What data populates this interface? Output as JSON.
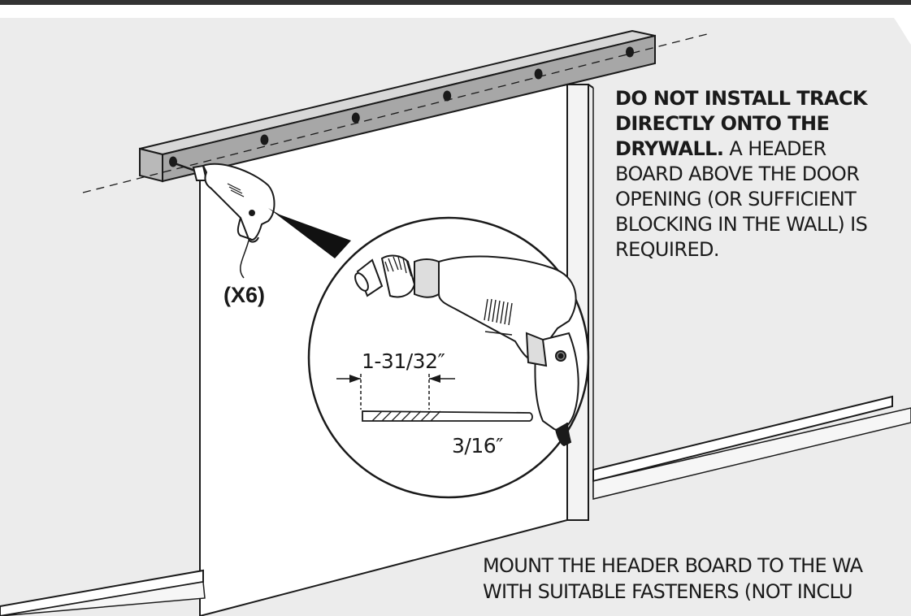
{
  "colors": {
    "stroke": "#1a1a1a",
    "wall": "#ececec",
    "door_opening": "#ffffff",
    "board": "#a7a7a7",
    "board_top": "#d7d7d7"
  },
  "icons": [
    "drill-icon",
    "drill-bit-icon",
    "dimension-arrow-icon"
  ],
  "warning": {
    "bold": "DO NOT INSTALL TRACK DIRECTLY ONTO THE DRYWALL.",
    "line1": "DO NOT INSTALL TRACK",
    "line2": "DIRECTLY ONTO THE",
    "line3_bold": "DRYWALL.",
    "line3_rest": " A HEADER",
    "line4": "BOARD ABOVE THE DOOR",
    "line5": "OPENING (OR SUFFICIENT",
    "line6": "BLOCKING IN THE WALL) IS",
    "line7": "REQUIRED."
  },
  "quantity_label": "(X6)",
  "drill_bit": {
    "depth_label": "1-31/32″",
    "diameter_label": "3/16″"
  },
  "hole_count": 6,
  "mount_note": {
    "line1": "MOUNT THE HEADER BOARD TO THE WA",
    "line2": "WITH SUITABLE FASTENERS (NOT INCLU"
  }
}
